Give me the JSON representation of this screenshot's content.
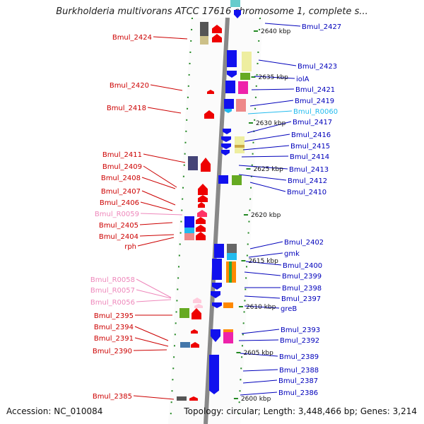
{
  "title": "Burkholderia multivorans ATCC 17616 chromosome 1, complete s...",
  "footer": {
    "accession": "Accession: NC_010084",
    "summary": "Topology: circular; Length: 3,448,466 bp; Genes: 3,214"
  },
  "colors": {
    "reverse_label": "#cc0000",
    "forward_label": "#0000bb",
    "reverse_rna_label": "#ee88bb",
    "forward_rna_label": "#22bbee",
    "reverse_gene": "#ee0000",
    "forward_gene": "#1111ee",
    "backbone": "#888888",
    "tick": "#228822"
  },
  "ruler": [
    {
      "label": "2640 kbp",
      "kbp": 2640
    },
    {
      "label": "2635 kbp",
      "kbp": 2635
    },
    {
      "label": "2630 kbp",
      "kbp": 2630
    },
    {
      "label": "2625 kbp",
      "kbp": 2625
    },
    {
      "label": "2620 kbp",
      "kbp": 2620
    },
    {
      "label": "2615 kbp",
      "kbp": 2615
    },
    {
      "label": "2610 kbp",
      "kbp": 2610
    },
    {
      "label": "2605 kbp",
      "kbp": 2605
    },
    {
      "label": "2600 kbp",
      "kbp": 2600
    }
  ],
  "left_labels": [
    {
      "text": "Bmul_2424",
      "kind": "gene"
    },
    {
      "text": "Bmul_2420",
      "kind": "gene"
    },
    {
      "text": "Bmul_2418",
      "kind": "gene"
    },
    {
      "text": "Bmul_2411",
      "kind": "gene"
    },
    {
      "text": "Bmul_2409",
      "kind": "gene"
    },
    {
      "text": "Bmul_2408",
      "kind": "gene"
    },
    {
      "text": "Bmul_2407",
      "kind": "gene"
    },
    {
      "text": "Bmul_2406",
      "kind": "gene"
    },
    {
      "text": "Bmul_R0059",
      "kind": "rna"
    },
    {
      "text": "Bmul_2405",
      "kind": "gene"
    },
    {
      "text": "Bmul_2404",
      "kind": "gene"
    },
    {
      "text": "rph",
      "kind": "gene"
    },
    {
      "text": "Bmul_R0058",
      "kind": "rna"
    },
    {
      "text": "Bmul_R0057",
      "kind": "rna"
    },
    {
      "text": "Bmul_R0056",
      "kind": "rna"
    },
    {
      "text": "Bmul_2395",
      "kind": "gene"
    },
    {
      "text": "Bmul_2394",
      "kind": "gene"
    },
    {
      "text": "Bmul_2391",
      "kind": "gene"
    },
    {
      "text": "Bmul_2390",
      "kind": "gene"
    },
    {
      "text": "Bmul_2385",
      "kind": "gene"
    }
  ],
  "right_labels": [
    {
      "text": "Bmul_2427",
      "kind": "gene"
    },
    {
      "text": "Bmul_2423",
      "kind": "gene"
    },
    {
      "text": "iolA",
      "kind": "gene"
    },
    {
      "text": "Bmul_2421",
      "kind": "gene"
    },
    {
      "text": "Bmul_2419",
      "kind": "gene"
    },
    {
      "text": "Bmul_R0060",
      "kind": "rna"
    },
    {
      "text": "Bmul_2417",
      "kind": "gene"
    },
    {
      "text": "Bmul_2416",
      "kind": "gene"
    },
    {
      "text": "Bmul_2415",
      "kind": "gene"
    },
    {
      "text": "Bmul_2414",
      "kind": "gene"
    },
    {
      "text": "Bmul_2413",
      "kind": "gene"
    },
    {
      "text": "Bmul_2412",
      "kind": "gene"
    },
    {
      "text": "Bmul_2410",
      "kind": "gene"
    },
    {
      "text": "Bmul_2402",
      "kind": "gene"
    },
    {
      "text": "gmk",
      "kind": "gene"
    },
    {
      "text": "Bmul_2400",
      "kind": "gene"
    },
    {
      "text": "Bmul_2399",
      "kind": "gene"
    },
    {
      "text": "Bmul_2398",
      "kind": "gene"
    },
    {
      "text": "Bmul_2397",
      "kind": "gene"
    },
    {
      "text": "greB",
      "kind": "gene"
    },
    {
      "text": "Bmul_2393",
      "kind": "gene"
    },
    {
      "text": "Bmul_2392",
      "kind": "gene"
    },
    {
      "text": "Bmul_2389",
      "kind": "gene"
    },
    {
      "text": "Bmul_2388",
      "kind": "gene"
    },
    {
      "text": "Bmul_2387",
      "kind": "gene"
    },
    {
      "text": "Bmul_2386",
      "kind": "gene"
    }
  ]
}
